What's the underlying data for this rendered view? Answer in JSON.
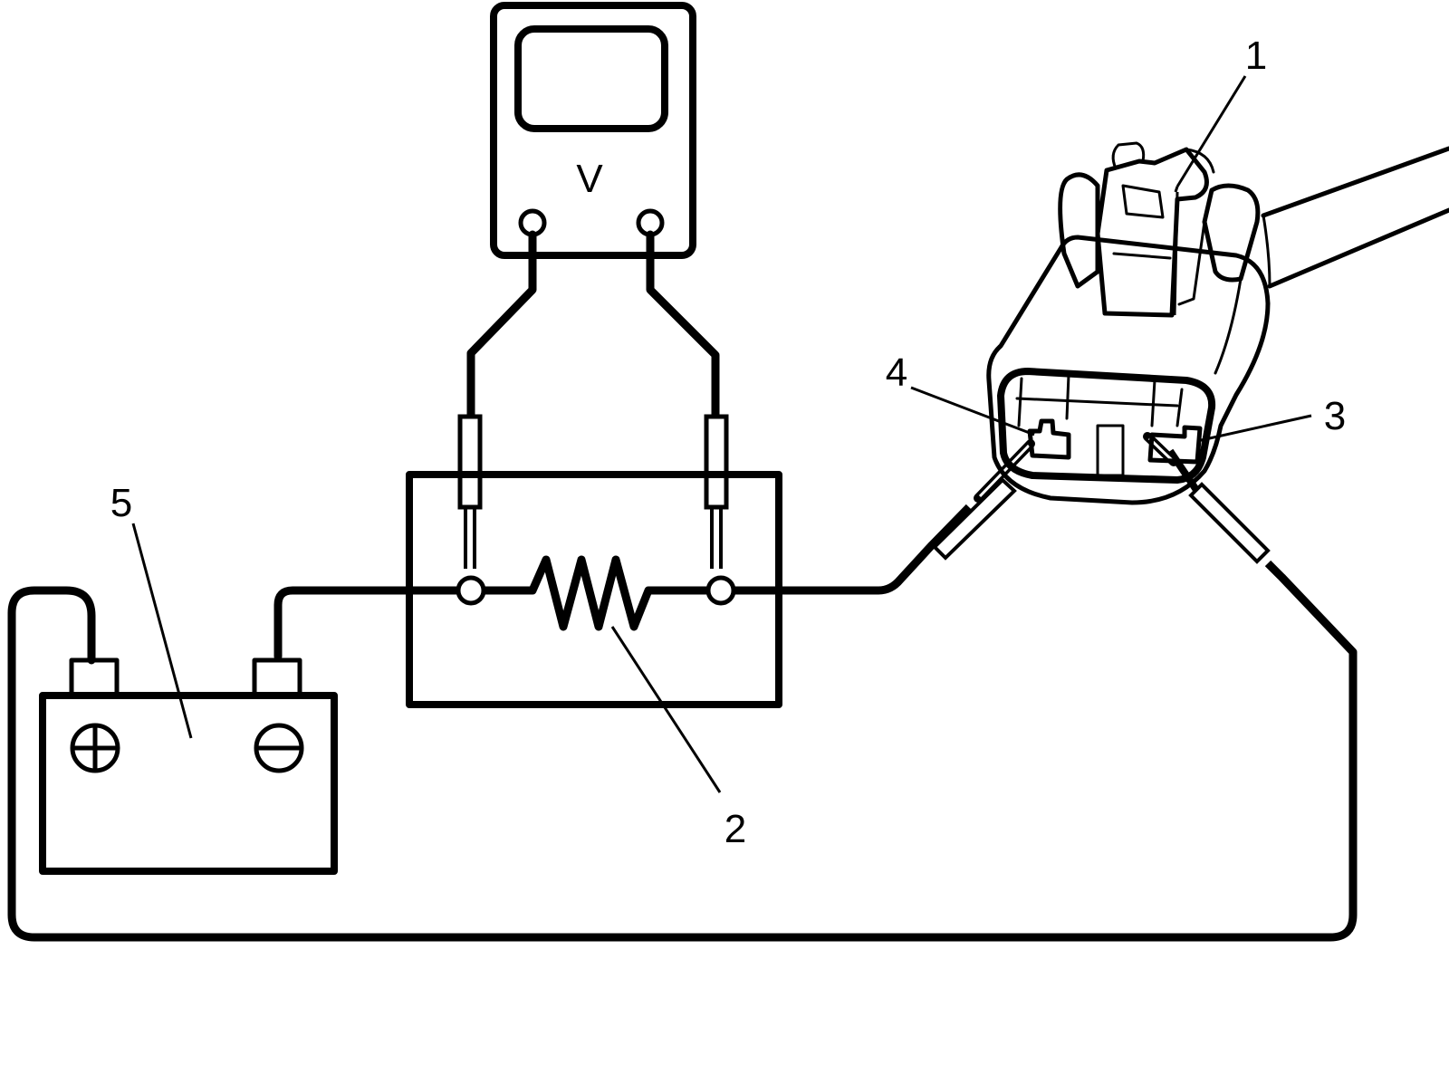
{
  "meter": {
    "label": "V"
  },
  "callouts": [
    {
      "id": "1",
      "label": "1"
    },
    {
      "id": "2",
      "label": "2"
    },
    {
      "id": "3",
      "label": "3"
    },
    {
      "id": "4",
      "label": "4"
    },
    {
      "id": "5",
      "label": "5"
    }
  ],
  "battery": {
    "positive_symbol": "plus-in-circle-icon",
    "negative_symbol": "minus-in-circle-icon"
  },
  "colors": {
    "line": "#000000",
    "background": "#ffffff"
  }
}
